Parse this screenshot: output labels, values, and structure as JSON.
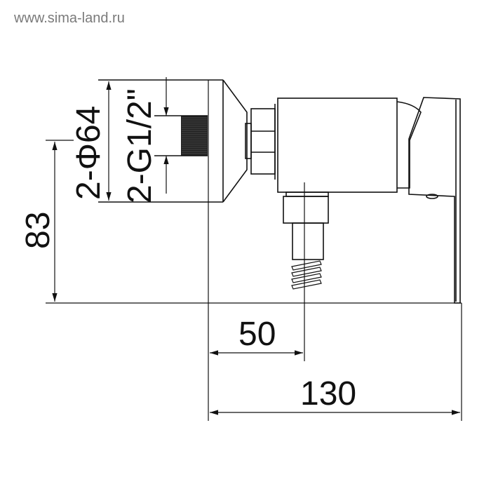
{
  "watermark": "www.sima-land.ru",
  "dimensions": {
    "flange_diameter": "2-Φ64",
    "thread": "2-G1/2\"",
    "height": "83",
    "center_offset": "50",
    "total_length": "130"
  }
}
